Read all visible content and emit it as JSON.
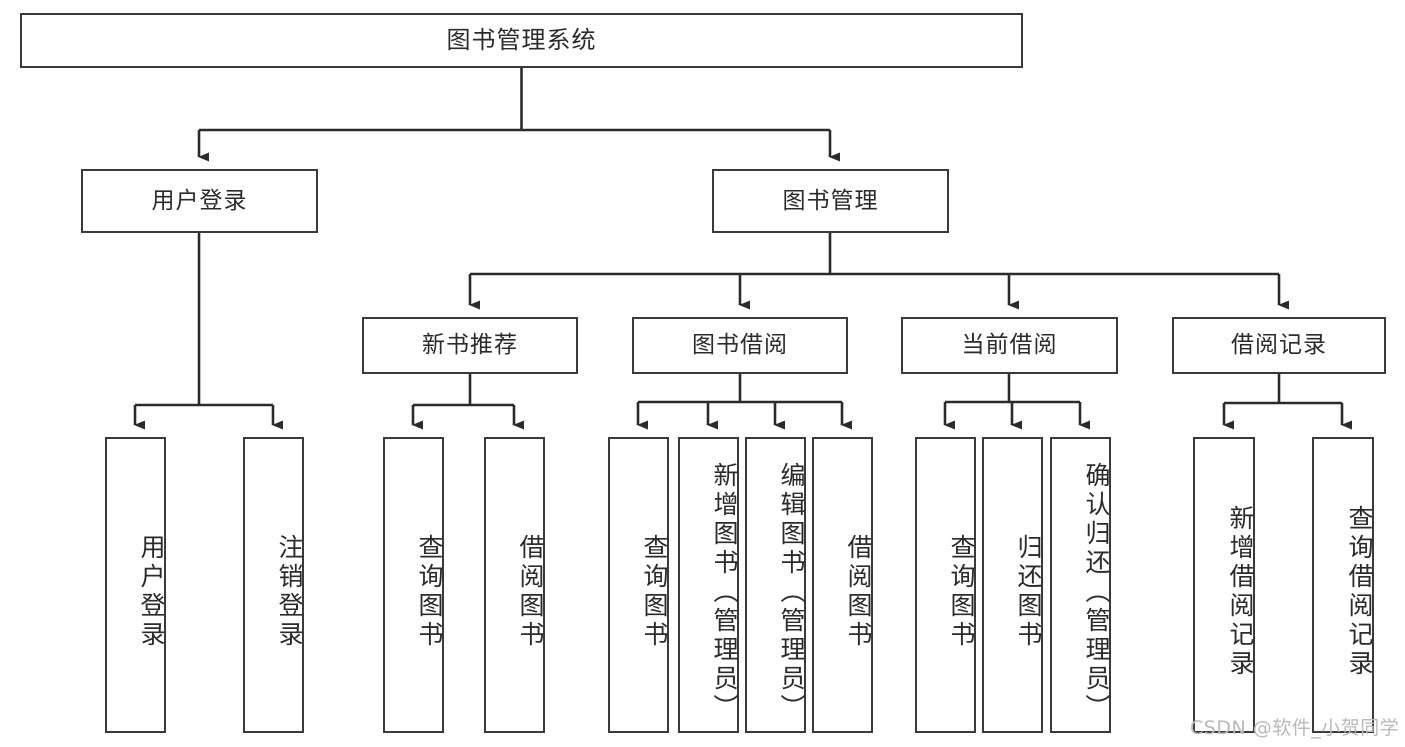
{
  "diagram": {
    "title": "图书管理系统",
    "type": "tree-hierarchy-chart",
    "watermark": "CSDN @软件_小贺同学",
    "colors": {
      "border": "#3a3a3a",
      "text": "#2b2b2b",
      "background": "#ffffff",
      "edge": "#2b2b2b",
      "watermark": "#b9b9b9"
    },
    "nodes": {
      "root": {
        "label": "图书管理系统"
      },
      "level2": [
        {
          "id": "user-login",
          "label": "用户登录"
        },
        {
          "id": "book-manage",
          "label": "图书管理"
        }
      ],
      "level3": [
        {
          "id": "new-book-recommend",
          "label": "新书推荐"
        },
        {
          "id": "book-borrow",
          "label": "图书借阅"
        },
        {
          "id": "current-borrow",
          "label": "当前借阅"
        },
        {
          "id": "borrow-record",
          "label": "借阅记录"
        }
      ],
      "leaves": {
        "user_login": [
          {
            "id": "leaf-user-login",
            "label": "用户登录"
          },
          {
            "id": "leaf-logout-login",
            "label": "注销登录"
          }
        ],
        "new_book_recommend": [
          {
            "id": "leaf-query-book-1",
            "label": "查询图书"
          },
          {
            "id": "leaf-borrow-book-1",
            "label": "借阅图书"
          }
        ],
        "book_borrow": [
          {
            "id": "leaf-query-book-2",
            "label": "查询图书"
          },
          {
            "id": "leaf-add-book",
            "label": "新增图书（管理员）"
          },
          {
            "id": "leaf-edit-book",
            "label": "编辑图书（管理员）"
          },
          {
            "id": "leaf-borrow-book-2",
            "label": "借阅图书"
          }
        ],
        "current_borrow": [
          {
            "id": "leaf-query-book-3",
            "label": "查询图书"
          },
          {
            "id": "leaf-return-book",
            "label": "归还图书"
          },
          {
            "id": "leaf-confirm-return",
            "label": "确认归还（管理员）"
          }
        ],
        "borrow_record": [
          {
            "id": "leaf-add-record",
            "label": "新增借阅记录"
          },
          {
            "id": "leaf-query-record",
            "label": "查询借阅记录"
          }
        ]
      }
    }
  }
}
